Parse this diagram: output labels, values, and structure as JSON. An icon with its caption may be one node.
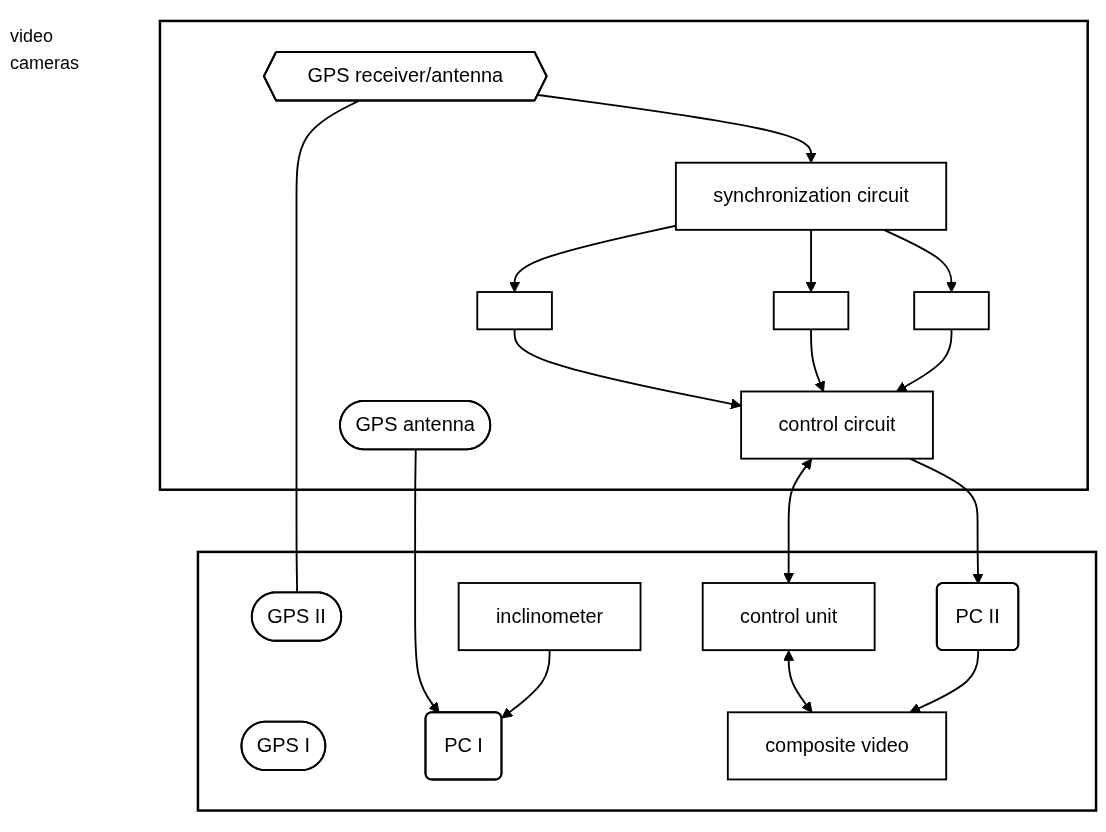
{
  "diagram": {
    "nodes": [
      {
        "text": [],
        "shape": "box"
      },
      {
        "text": [
          "synchronization circuit"
        ],
        "in": 0
      },
      {
        "text": [
          "GPS receiver/antenna"
        ],
        "in": 0
      },
      {
        "text": [],
        "shape": "box",
        "in": 0
      },
      {
        "text": [],
        "shape": "box",
        "in": 0
      },
      {
        "text": [],
        "shape": "box",
        "in": 0
      },
      {
        "text": [
          "GPS antenna"
        ],
        "in": 0
      },
      {
        "text": [
          "control circuit"
        ],
        "in": 0
      },
      {
        "text": [],
        "shape": "box"
      },
      {
        "text": [
          "GPS I"
        ],
        "in": 8
      },
      {
        "text": [
          "GPS II"
        ],
        "in": 8
      },
      {
        "text": [
          "PC II"
        ],
        "in": 8
      },
      {
        "text": [
          "PC I"
        ],
        "in": 8
      },
      {
        "text": [
          "control unit"
        ],
        "in": 8
      },
      {
        "text": [
          "inclinometer"
        ],
        "in": 8
      },
      {
        "text": [
          "composite video"
        ],
        "in": 8
      }
    ],
    "edges": [
      {
        "from": 2,
        "to": 1,
        "arrow": "to"
      },
      {
        "from": 1,
        "to": 3,
        "arrow": "to"
      },
      {
        "from": 1,
        "to": 4,
        "arrow": "to"
      },
      {
        "from": 1,
        "to": 5,
        "arrow": "to"
      },
      {
        "from": 3,
        "to": 7,
        "arrow": "to"
      },
      {
        "from": 4,
        "to": 7,
        "arrow": "to"
      },
      {
        "from": 5,
        "to": 7,
        "arrow": "to"
      },
      {
        "from": 2,
        "to": 10,
        "arrow": "none"
      },
      {
        "from": 6,
        "to": 12,
        "arrow": "to"
      },
      {
        "from": 7,
        "to": 13,
        "arrow": "both"
      },
      {
        "from": 7,
        "to": 11,
        "arrow": "to"
      },
      {
        "from": 13,
        "to": 15,
        "arrow": "both"
      },
      {
        "from": 11,
        "to": 15,
        "arrow": "to"
      },
      {
        "from": 14,
        "to": 12,
        "arrow": "to"
      }
    ],
    "labels": [
      "video",
      "cameras"
    ]
  }
}
